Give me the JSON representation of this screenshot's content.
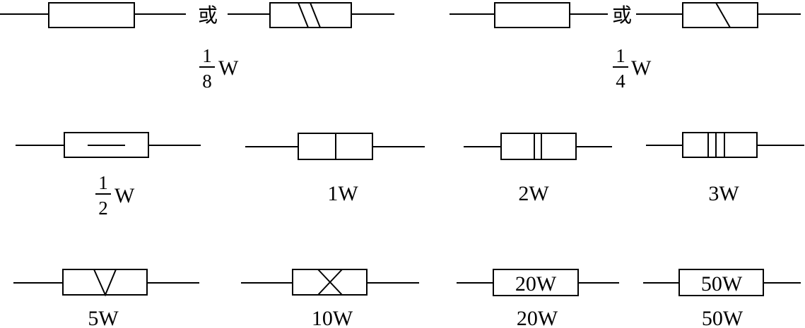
{
  "or_text": "或",
  "power_unit": "W",
  "fractions": {
    "eighth": {
      "num": "1",
      "den": "8"
    },
    "quarter": {
      "num": "1",
      "den": "4"
    },
    "half": {
      "num": "1",
      "den": "2"
    }
  },
  "labels": {
    "one": "1W",
    "two": "2W",
    "three": "3W",
    "five": "5W",
    "ten": "10W",
    "twenty": "20W",
    "fifty": "50W"
  },
  "box_text": {
    "twenty": "20W",
    "fifty": "50W"
  }
}
